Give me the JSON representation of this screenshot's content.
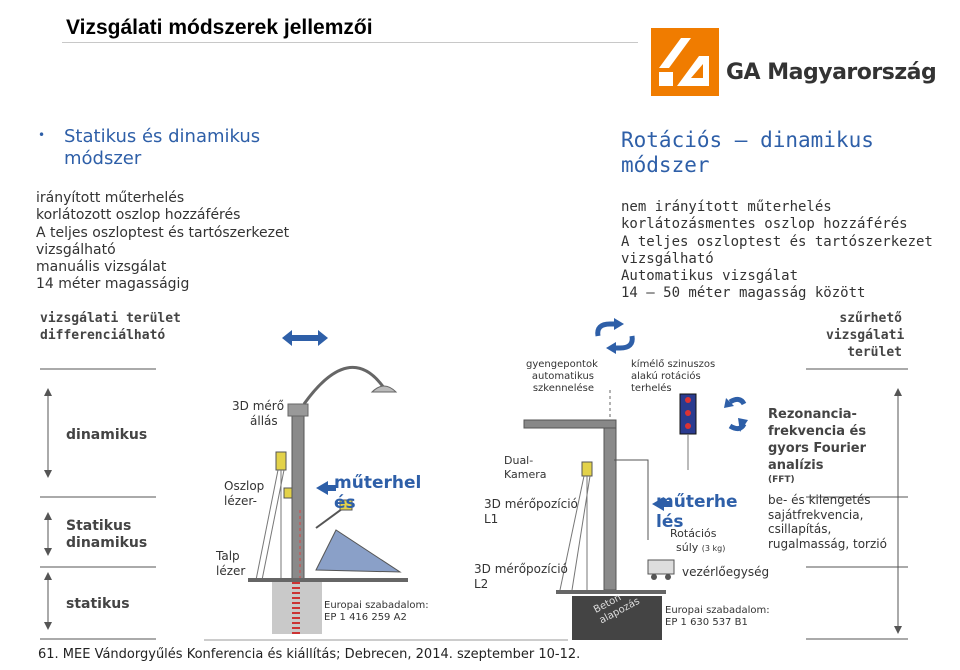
{
  "title": "Vizsgálati módszerek jellemzői",
  "logo": {
    "text": "GA Magyarország",
    "color": "#f07c00"
  },
  "left": {
    "heading": [
      "Statikus és dinamikus",
      "módszer"
    ],
    "lines": [
      "irányított műterhelés",
      "korlátozott oszlop hozzáférés",
      "A teljes oszloptest és tartószerkezet",
      "vizsgálható",
      "manuális vizsgálat",
      "14 méter magasságig"
    ],
    "area": [
      "vizsgálati terület",
      "differenciálható"
    ]
  },
  "right": {
    "heading": [
      "Rotációs – dinamikus",
      "módszer"
    ],
    "lines": [
      "nem irányított műterhelés",
      "korlátozásmentes oszlop hozzáférés",
      "A teljes oszloptest és tartószerkezet",
      "vizsgálható",
      "Automatikus vizsgálat",
      "14 – 50 méter magasság között"
    ],
    "area": [
      "szűrhető",
      "vizsgálati",
      "terület"
    ]
  },
  "levels": {
    "dinamikus": "dinamikus",
    "statdin": [
      "Statikus",
      "dinamikus"
    ],
    "statikus": "statikus"
  },
  "diagram_left": {
    "mero": [
      "3D mérő",
      "állás"
    ],
    "oszlop": [
      "Oszlop",
      "lézer-"
    ],
    "talp": [
      "Talp",
      "lézer"
    ],
    "muterhel": [
      "műterhel",
      "és"
    ],
    "patent": [
      "Europai szabadalom:",
      "EP 1 416 259 A2"
    ]
  },
  "diagram_mid": {
    "gyenge": [
      "gyengepontok",
      "automatikus",
      "szkennelése"
    ],
    "kimelo": [
      "kímélő szinuszos",
      "alakú rotációs",
      "terhelés"
    ],
    "dual": [
      "Dual-",
      "Kamera"
    ],
    "l1": [
      "3D mérőpozíció",
      "L1"
    ],
    "l2": [
      "3D mérőpozíció",
      "L2"
    ],
    "beton": [
      "Beton",
      "alapozás"
    ],
    "muterhe": [
      "műterhe",
      "lés"
    ],
    "rotacios": "Rotációs",
    "suly": "súly",
    "suly_unit": "(3 kg)",
    "vezerlo": "vezérlőegység",
    "patent": [
      "Europai szabadalom:",
      "EP 1 630 537 B1"
    ]
  },
  "right_analysis": {
    "rez": [
      "Rezonancia-",
      "frekvencia és",
      "gyors Fourier",
      "analízis"
    ],
    "fft": "(FFT)",
    "be": [
      "be- és kilengetés",
      "sajátfrekvencia,",
      "csillapítás,",
      "rugalmasság, torzió"
    ]
  },
  "footer": "61. MEE Vándorgyűlés Konferencia és kiállítás; Debrecen, 2014. szeptember 10-12."
}
